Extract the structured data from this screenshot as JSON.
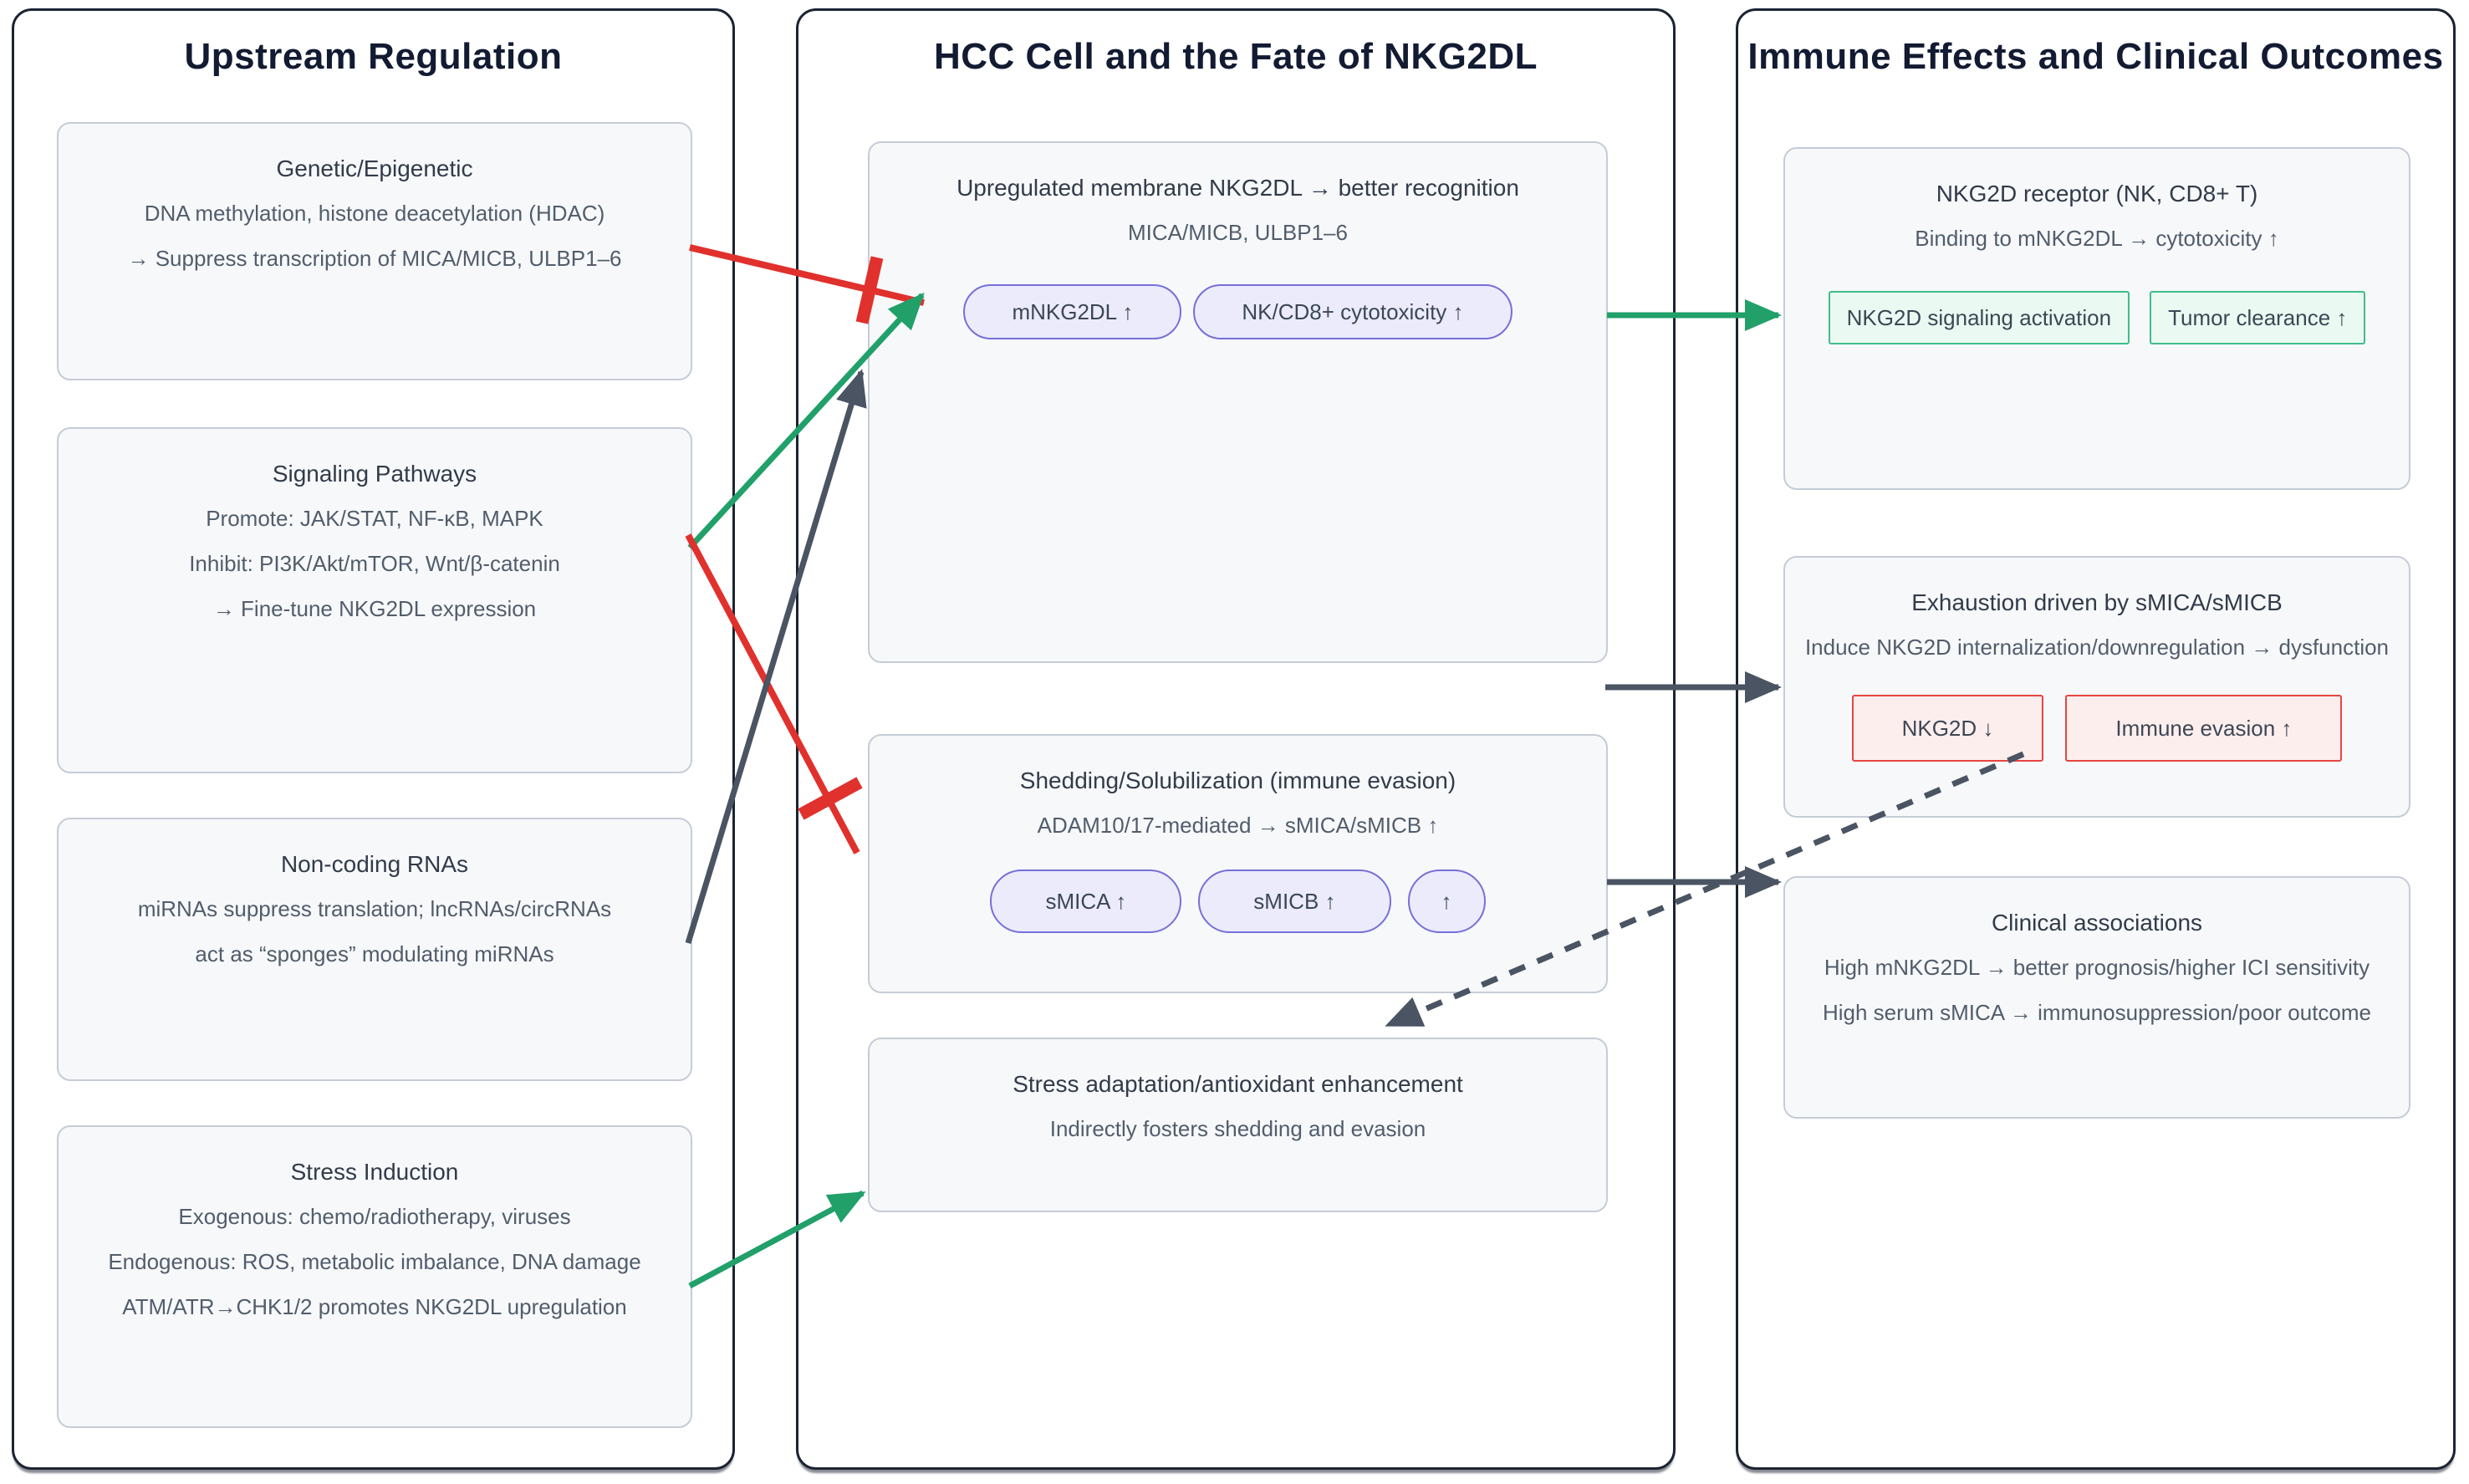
{
  "colors": {
    "red": "#e0312d",
    "green": "#21a06a",
    "gray": "#4a5462",
    "panel_border": "#1c2433",
    "box_fill": "#f7f8fa",
    "box_border": "#c6ccd6",
    "title": "#121b32",
    "heading": "#323b4a",
    "body": "#525d6c",
    "chip_text": "#3d4754",
    "purple_border": "#776fd8",
    "purple_fill": "#ebebfc",
    "green_chip_border": "#41bd8a",
    "green_chip_fill": "#eafaf3",
    "red_chip_border": "#e64540",
    "red_chip_fill": "#fdeeee"
  },
  "panels": {
    "upstream": {
      "title": "Upstream Regulation",
      "boxes": {
        "genetic": {
          "title": "Genetic/Epigenetic",
          "lines": [
            "DNA methylation, histone deacetylation (HDAC)",
            "→ Suppress transcription of MICA/MICB, ULBP1–6"
          ]
        },
        "signaling": {
          "title": "Signaling Pathways",
          "lines": [
            "Promote: JAK/STAT, NF-κB, MAPK",
            "Inhibit: PI3K/Akt/mTOR, Wnt/β-catenin",
            "→ Fine-tune NKG2DL expression"
          ]
        },
        "ncrna": {
          "title": "Non-coding RNAs",
          "lines": [
            "miRNAs suppress translation; lncRNAs/circRNAs",
            "act as “sponges” modulating miRNAs"
          ]
        },
        "stress": {
          "title": "Stress Induction",
          "lines": [
            "Exogenous: chemo/radiotherapy, viruses",
            "Endogenous: ROS, metabolic imbalance, DNA damage",
            "ATM/ATR→CHK1/2 promotes NKG2DL upregulation"
          ]
        }
      }
    },
    "hcc": {
      "title": "HCC Cell and the Fate of NKG2DL",
      "boxes": {
        "membrane": {
          "title": "Upregulated membrane NKG2DL → better recognition",
          "subtitle": "MICA/MICB, ULBP1–6",
          "chips": [
            "mNKG2DL ↑",
            "NK/CD8+ cytotoxicity ↑"
          ]
        },
        "shedding": {
          "title": "Shedding/Solubilization (immune evasion)",
          "subtitle": "ADAM10/17-mediated → sMICA/sMICB ↑",
          "chips": [
            "sMICA ↑",
            "sMICB ↑",
            "↑"
          ]
        },
        "adaptation": {
          "title": "Stress adaptation/antioxidant enhancement",
          "subtitle": "Indirectly fosters shedding and evasion"
        }
      }
    },
    "immune": {
      "title": "Immune Effects and Clinical Outcomes",
      "boxes": {
        "receptor": {
          "title": "NKG2D receptor (NK, CD8+ T)",
          "subtitle": "Binding to mNKG2DL → cytotoxicity ↑",
          "chips": [
            "NKG2D signaling activation",
            "Tumor clearance ↑"
          ]
        },
        "exhaustion": {
          "title": "Exhaustion driven by sMICA/sMICB",
          "subtitle": "Induce NKG2D internalization/downregulation → dysfunction",
          "chips": [
            "NKG2D ↓",
            "Immune evasion ↑"
          ]
        },
        "clinical": {
          "title": "Clinical associations",
          "lines": [
            "High mNKG2DL → better prognosis/higher ICI sensitivity",
            "High serum sMICA → immunosuppression/poor outcome"
          ]
        }
      }
    }
  },
  "edges": [
    {
      "from": "genetic-epigenetic",
      "to": "membrane-nkg2dl",
      "type": "inhibit",
      "style": "red-tee"
    },
    {
      "from": "signaling-pathways",
      "to": "membrane-nkg2dl",
      "type": "promote",
      "style": "green-arrow"
    },
    {
      "from": "signaling-pathways",
      "to": "shedding",
      "type": "inhibit",
      "style": "red-tee"
    },
    {
      "from": "non-coding-rnas",
      "to": "membrane-nkg2dl",
      "type": "modulate",
      "style": "gray-arrow"
    },
    {
      "from": "stress-induction",
      "to": "stress-adaptation",
      "type": "promote",
      "style": "green-arrow"
    },
    {
      "from": "membrane-nkg2dl",
      "to": "nkg2d-receptor",
      "type": "promote",
      "style": "green-arrow"
    },
    {
      "from": "hcc-cell",
      "to": "exhaustion",
      "type": "drive",
      "style": "gray-arrow"
    },
    {
      "from": "shedding",
      "to": "clinical-associations",
      "type": "associate",
      "style": "gray-arrow"
    },
    {
      "from": "nkg2d-down",
      "to": "stress-adaptation",
      "type": "feedback",
      "style": "gray-dashed-arrow"
    }
  ]
}
